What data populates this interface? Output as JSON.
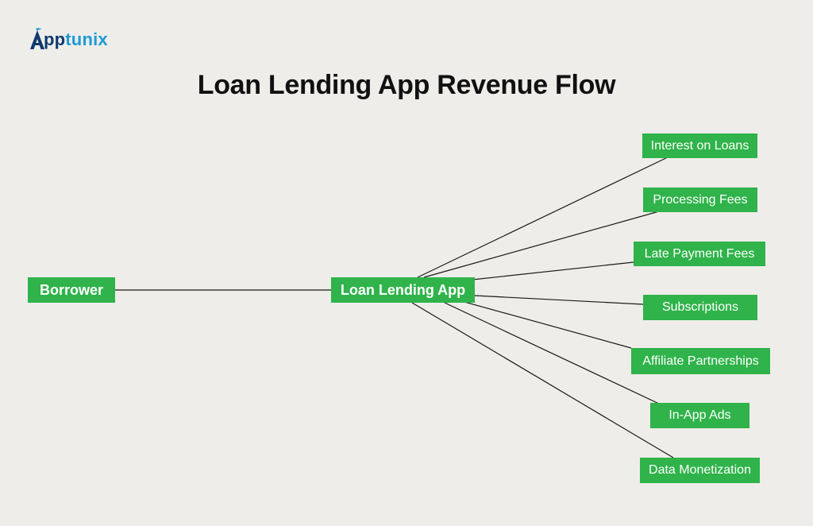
{
  "brand": {
    "name_prefix": "A",
    "name_main": "pp",
    "name_accent": "tunix",
    "logo_icon": "apptunix-logo-icon",
    "colors": {
      "dark": "#0e3a6e",
      "accent": "#1f9ad6"
    }
  },
  "title": "Loan Lending App Revenue Flow",
  "colors": {
    "node_fill": "#2fb34a",
    "node_text": "#ffffff",
    "link": "#1a1a1a",
    "background": "#eeedea"
  },
  "nodes": {
    "borrower": "Borrower",
    "app": "Loan Lending App",
    "revenue_streams": [
      "Interest on Loans",
      "Processing Fees",
      "Late Payment Fees",
      "Subscriptions",
      "Affiliate Partnerships",
      "In-App Ads",
      "Data Monetization"
    ]
  }
}
